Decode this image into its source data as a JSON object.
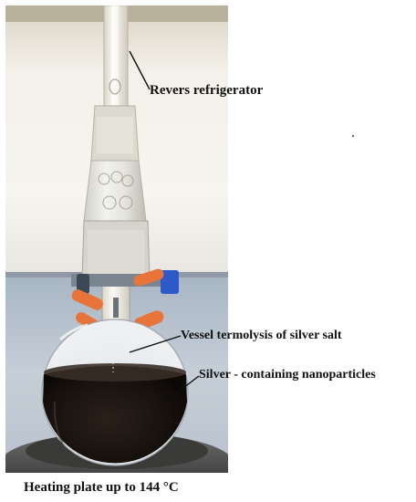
{
  "annotations": {
    "refrigerator": "Revers refrigerator",
    "vessel": "Vessel termolysis of silver salt",
    "nanoparticles": "Silver - containing nanoparticles"
  },
  "caption": "Heating plate up to 144 °C",
  "colors": {
    "wall": "#f2efe6",
    "bench": "#c9cfd6",
    "liquid": "#1b1410",
    "glass": "#e6e6de",
    "clamp_orange": "#e8743a",
    "cap_blue": "#2e59c9",
    "hotplate": "#4a4a48"
  }
}
